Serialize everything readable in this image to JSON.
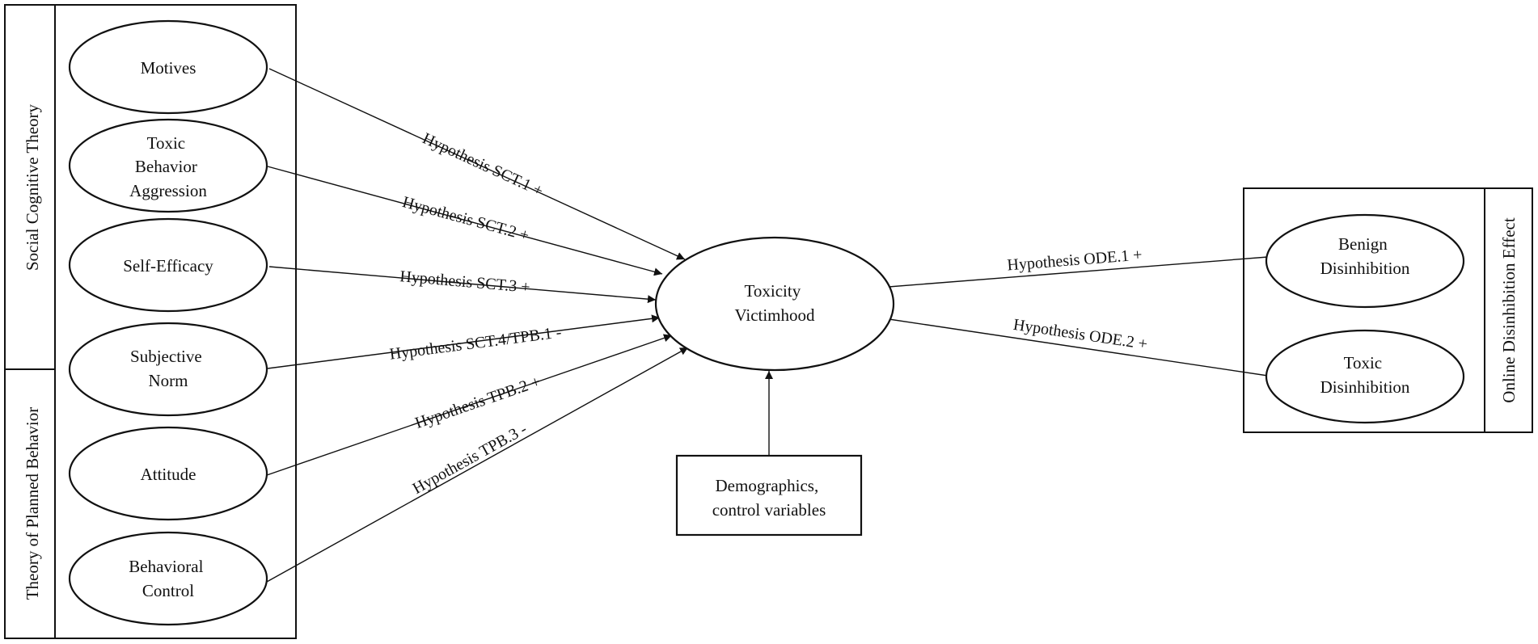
{
  "groups": {
    "sct": "Social Cognitive Theory",
    "tpb": "Theory of Planned Behavior",
    "ode": "Online Disinhibition Effect"
  },
  "nodes": {
    "motives": [
      "Motives"
    ],
    "toxic_behavior": [
      "Toxic",
      "Behavior",
      "Aggression"
    ],
    "self_efficacy": [
      "Self-Efficacy"
    ],
    "subjective_norm": [
      "Subjective",
      "Norm"
    ],
    "attitude": [
      "Attitude"
    ],
    "behavioral_control": [
      "Behavioral",
      "Control"
    ],
    "toxicity_victimhood": [
      "Toxicity",
      "Victimhood"
    ],
    "benign_disinhibition": [
      "Benign",
      "Disinhibition"
    ],
    "toxic_disinhibition": [
      "Toxic",
      "Disinhibition"
    ],
    "demographics": [
      "Demographics,",
      "control variables"
    ]
  },
  "edges": {
    "sct1": "Hypothesis SCT.1 +",
    "sct2": "Hypothesis SCT.2 +",
    "sct3": "Hypothesis SCT.3 +",
    "sct4_tpb1": "Hypothesis SCT.4/TPB.1  -",
    "tpb2": "Hypothesis TPB.2 +",
    "tpb3": "Hypothesis TPB.3  -",
    "ode1": "Hypothesis ODE.1 +",
    "ode2": "Hypothesis ODE.2 +"
  }
}
